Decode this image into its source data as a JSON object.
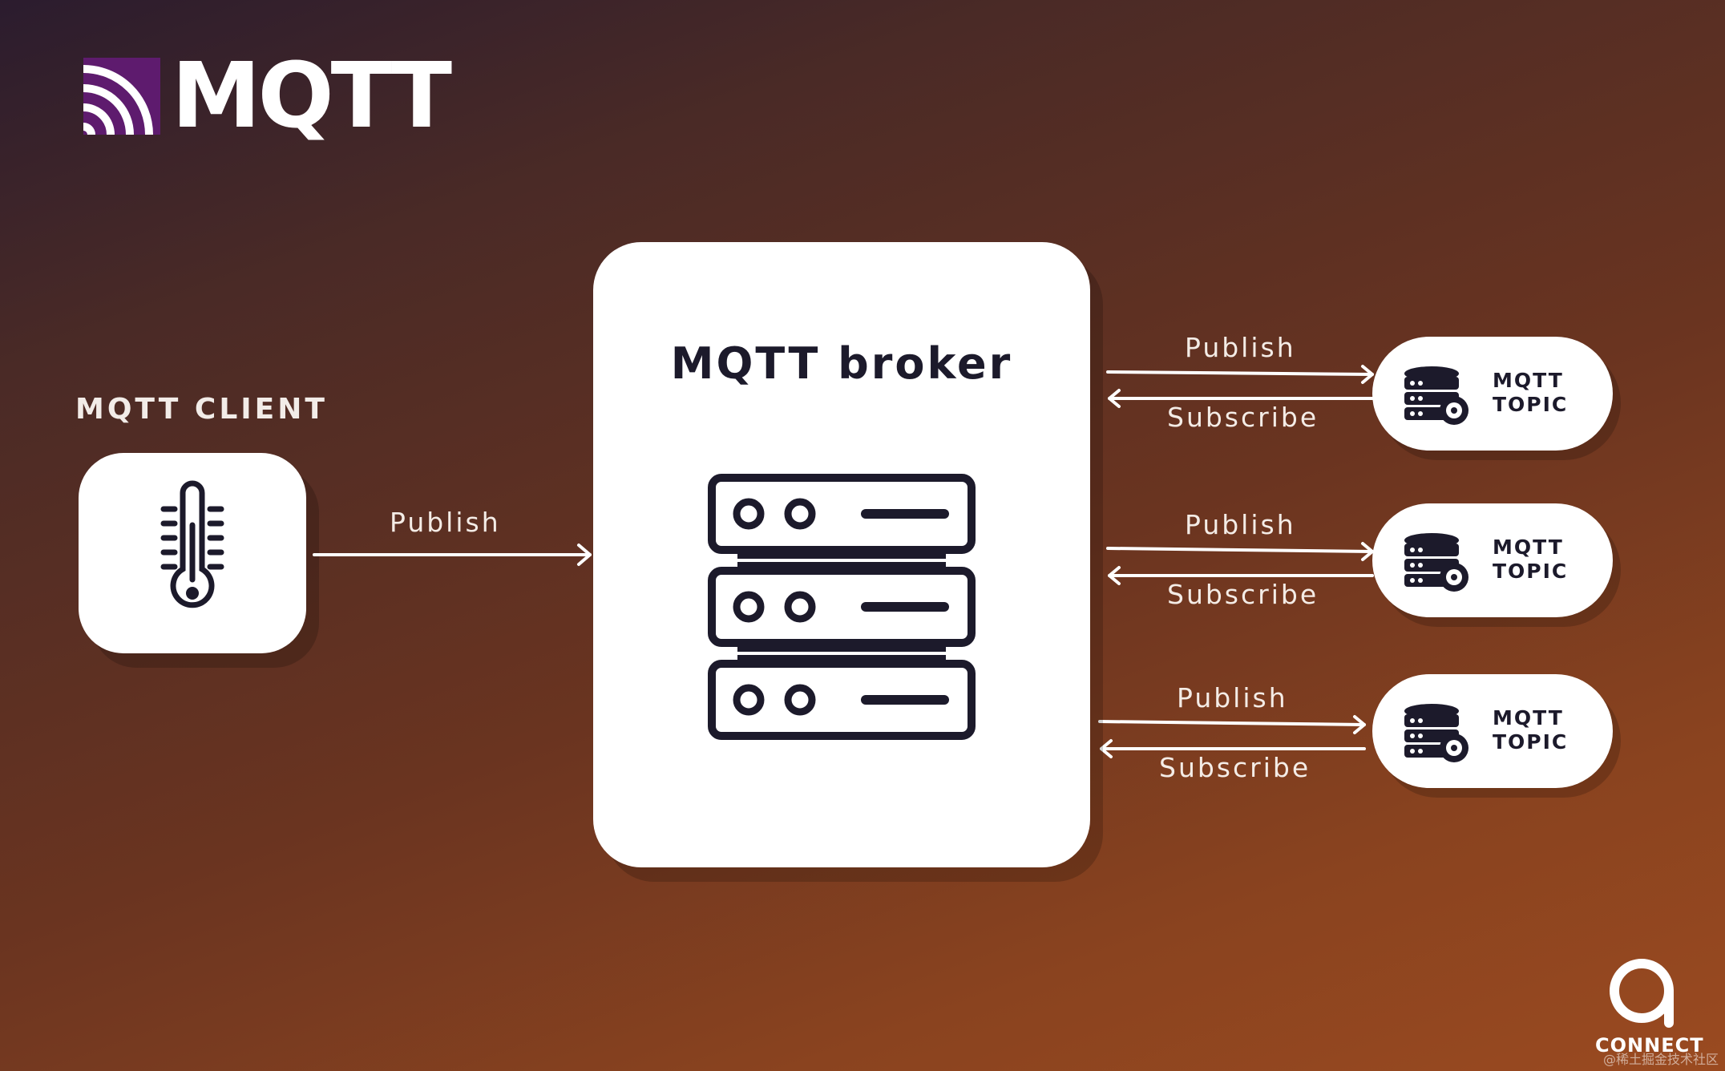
{
  "logo": {
    "text": "MQTT",
    "mark_color": "#5e1b6e",
    "icon": "mqtt-waves-icon"
  },
  "client": {
    "label": "MQTT CLIENT",
    "icon": "thermometer-icon"
  },
  "client_flow": {
    "label": "Publish"
  },
  "broker": {
    "title": "MQTT broker",
    "icon": "server-rack-icon"
  },
  "topics": [
    {
      "line1": "MQTT",
      "line2": "TOPIC",
      "publish": "Publish",
      "subscribe": "Subscribe",
      "icon": "database-gear-icon"
    },
    {
      "line1": "MQTT",
      "line2": "TOPIC",
      "publish": "Publish",
      "subscribe": "Subscribe",
      "icon": "database-gear-icon"
    },
    {
      "line1": "MQTT",
      "line2": "TOPIC",
      "publish": "Publish",
      "subscribe": "Subscribe",
      "icon": "database-gear-icon"
    }
  ],
  "brand": {
    "text": "CONNECT",
    "icon": "connect-a-icon"
  },
  "watermark": {
    "text": "@稀土掘金技术社区"
  },
  "colors": {
    "dark": "#1c1a2b",
    "card": "#ffffff",
    "text_light": "#f4ece6"
  }
}
